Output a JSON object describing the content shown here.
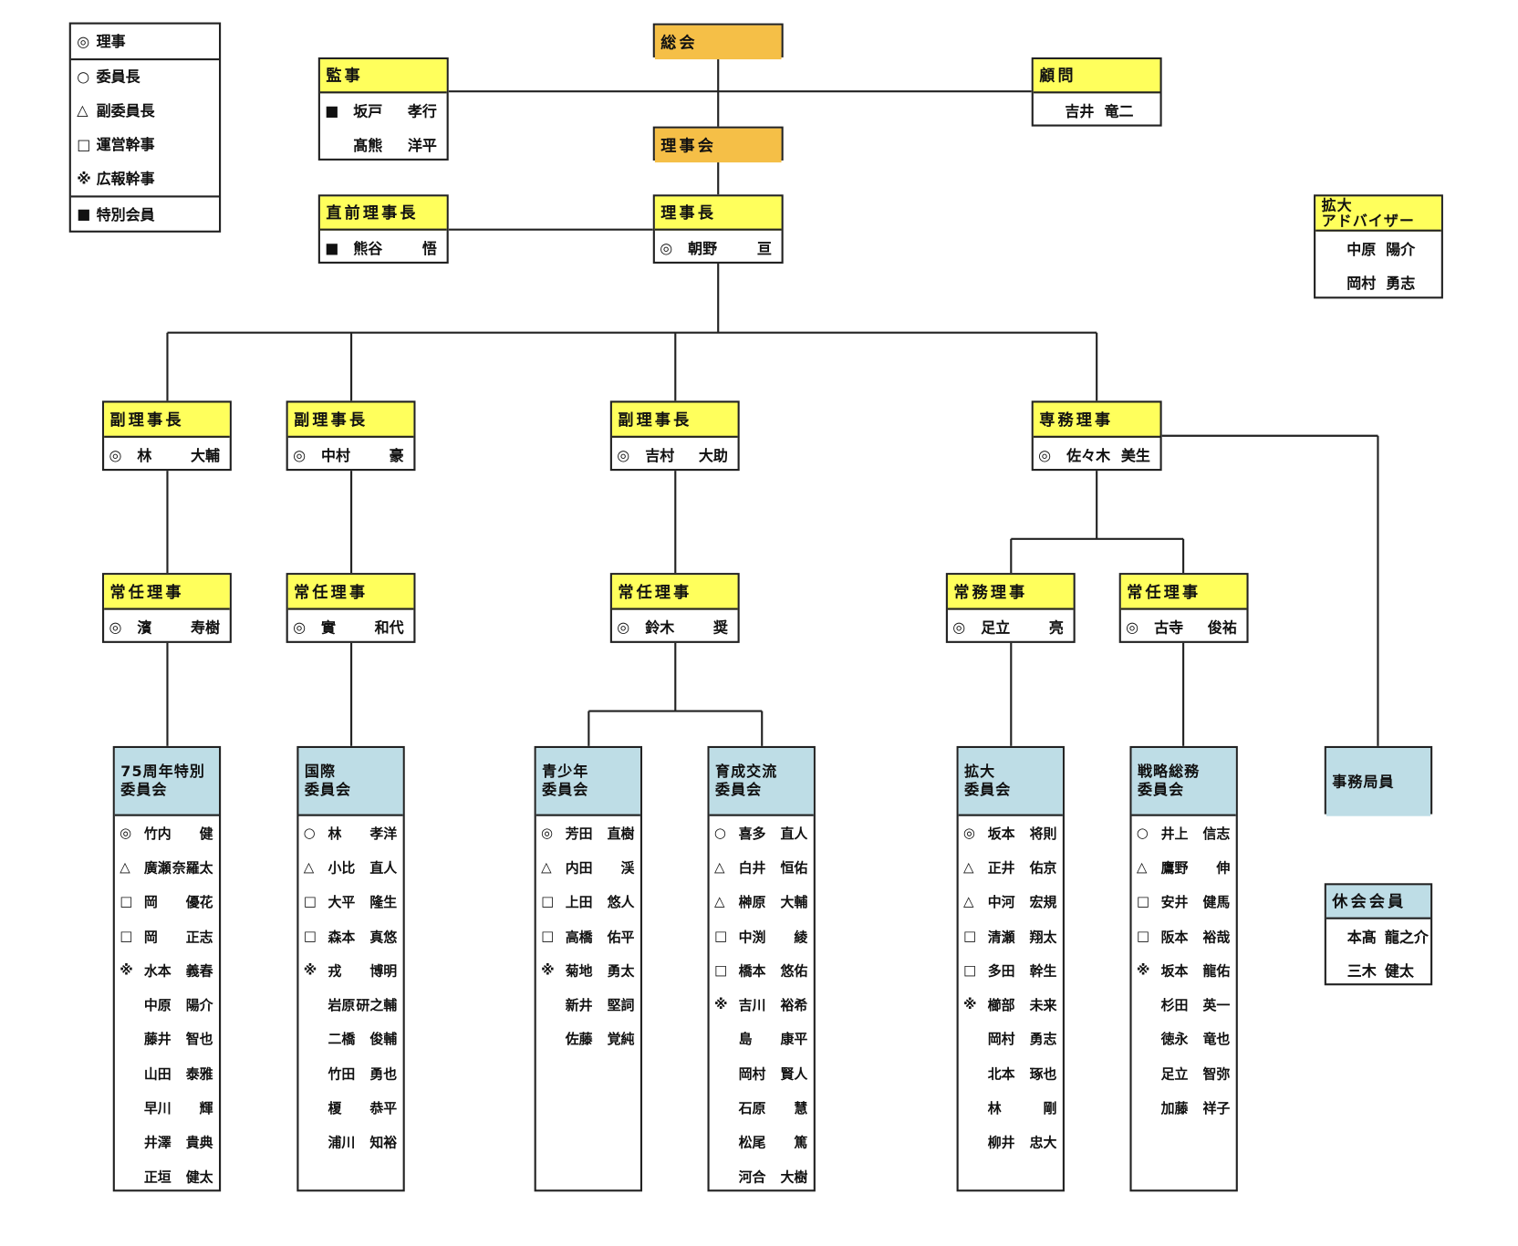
{
  "legend": [
    {
      "mark": "◎",
      "label": "理事"
    },
    {
      "mark": "○",
      "label": "委員長"
    },
    {
      "mark": "△",
      "label": "副委員長"
    },
    {
      "mark": "□",
      "label": "運営幹事"
    },
    {
      "mark": "※",
      "label": "広報幹事"
    },
    {
      "mark": "■",
      "label": "特別会員"
    }
  ],
  "colors": {
    "general_assembly": "#f5bf47",
    "officer": "#ffff5c",
    "committee": "#bedde6",
    "line": "#222222"
  },
  "boxes": [
    {
      "id": "sokai",
      "color": "orange",
      "title": [
        "総会"
      ],
      "members": []
    },
    {
      "id": "kanji",
      "color": "yellow",
      "title": [
        "監事"
      ],
      "members": [
        [
          "■",
          "坂戸",
          "孝行"
        ],
        [
          "",
          "髙熊",
          "洋平"
        ]
      ]
    },
    {
      "id": "komon",
      "color": "yellow",
      "title": [
        "顧問"
      ],
      "center": true,
      "members": [
        [
          "",
          "吉井",
          "竜二"
        ]
      ]
    },
    {
      "id": "rijikai",
      "color": "orange",
      "title": [
        "理事会"
      ],
      "members": []
    },
    {
      "id": "zenrijicho",
      "color": "yellow",
      "title": [
        "直前理事長"
      ],
      "members": [
        [
          "■",
          "熊谷",
          "悟"
        ]
      ]
    },
    {
      "id": "rijicho",
      "color": "yellow",
      "title": [
        "理事長"
      ],
      "members": [
        [
          "◎",
          "朝野",
          "亘"
        ]
      ]
    },
    {
      "id": "advisor",
      "color": "yellow",
      "title": [
        "拡大",
        "アドバイザー"
      ],
      "center": true,
      "members": [
        [
          "",
          "中原",
          "陽介"
        ],
        [
          "",
          "岡村",
          "勇志"
        ]
      ]
    },
    {
      "id": "fuku1",
      "color": "yellow",
      "title": [
        "副理事長"
      ],
      "members": [
        [
          "◎",
          "林",
          "大輔"
        ]
      ]
    },
    {
      "id": "fuku2",
      "color": "yellow",
      "title": [
        "副理事長"
      ],
      "members": [
        [
          "◎",
          "中村",
          "豪"
        ]
      ]
    },
    {
      "id": "fuku3",
      "color": "yellow",
      "title": [
        "副理事長"
      ],
      "members": [
        [
          "◎",
          "吉村",
          "大助"
        ]
      ]
    },
    {
      "id": "senmu",
      "color": "yellow",
      "title": [
        "専務理事"
      ],
      "members": [
        [
          "◎",
          "佐々木",
          "美生"
        ]
      ]
    },
    {
      "id": "jonin1",
      "color": "yellow",
      "title": [
        "常任理事"
      ],
      "members": [
        [
          "◎",
          "濱",
          "寿樹"
        ]
      ]
    },
    {
      "id": "jonin2",
      "color": "yellow",
      "title": [
        "常任理事"
      ],
      "members": [
        [
          "◎",
          "實",
          "和代"
        ]
      ]
    },
    {
      "id": "jonin3",
      "color": "yellow",
      "title": [
        "常任理事"
      ],
      "members": [
        [
          "◎",
          "鈴木",
          "奨"
        ]
      ]
    },
    {
      "id": "jomu",
      "color": "yellow",
      "title": [
        "常務理事"
      ],
      "members": [
        [
          "◎",
          "足立",
          "亮"
        ]
      ]
    },
    {
      "id": "jonin4",
      "color": "yellow",
      "title": [
        "常任理事"
      ],
      "members": [
        [
          "◎",
          "古寺",
          "俊祐"
        ]
      ]
    },
    {
      "id": "c75",
      "color": "blue",
      "committee": true,
      "title": [
        "75周年特別",
        "委員会"
      ],
      "members": [
        [
          "◎",
          "竹内",
          "健"
        ],
        [
          "△",
          "廣瀬",
          "奈羅太"
        ],
        [
          "□",
          "岡",
          "優花"
        ],
        [
          "□",
          "岡",
          "正志"
        ],
        [
          "※",
          "水本",
          "義春"
        ],
        [
          "",
          "中原",
          "陽介"
        ],
        [
          "",
          "藤井",
          "智也"
        ],
        [
          "",
          "山田",
          "泰雅"
        ],
        [
          "",
          "早川",
          "輝"
        ],
        [
          "",
          "井澤",
          "貴典"
        ],
        [
          "",
          "正垣",
          "健太"
        ]
      ]
    },
    {
      "id": "kokusai",
      "color": "blue",
      "committee": true,
      "title": [
        "国際",
        "委員会"
      ],
      "members": [
        [
          "○",
          "林",
          "孝洋"
        ],
        [
          "△",
          "小比",
          "直人"
        ],
        [
          "□",
          "大平",
          "隆生"
        ],
        [
          "□",
          "森本",
          "真悠"
        ],
        [
          "※",
          "戎",
          "博明"
        ],
        [
          "",
          "岩原",
          "研之輔"
        ],
        [
          "",
          "二橋",
          "俊輔"
        ],
        [
          "",
          "竹田",
          "勇也"
        ],
        [
          "",
          "榎",
          "恭平"
        ],
        [
          "",
          "浦川",
          "知裕"
        ]
      ]
    },
    {
      "id": "seishonen",
      "color": "blue",
      "committee": true,
      "title": [
        "青少年",
        "委員会"
      ],
      "members": [
        [
          "◎",
          "芳田",
          "直樹"
        ],
        [
          "△",
          "内田",
          "渓"
        ],
        [
          "□",
          "上田",
          "悠人"
        ],
        [
          "□",
          "高橋",
          "佑平"
        ],
        [
          "※",
          "菊地",
          "勇太"
        ],
        [
          "",
          "新井",
          "堅詞"
        ],
        [
          "",
          "佐藤",
          "覚純"
        ]
      ]
    },
    {
      "id": "ikusei",
      "color": "blue",
      "committee": true,
      "title": [
        "育成交流",
        "委員会"
      ],
      "members": [
        [
          "○",
          "喜多",
          "直人"
        ],
        [
          "△",
          "白井",
          "恒佑"
        ],
        [
          "△",
          "榊原",
          "大輔"
        ],
        [
          "□",
          "中渕",
          "綾"
        ],
        [
          "□",
          "橋本",
          "悠佑"
        ],
        [
          "※",
          "吉川",
          "裕希"
        ],
        [
          "",
          "島",
          "康平"
        ],
        [
          "",
          "岡村",
          "賢人"
        ],
        [
          "",
          "石原",
          "慧"
        ],
        [
          "",
          "松尾",
          "篤"
        ],
        [
          "",
          "河合",
          "大樹"
        ]
      ]
    },
    {
      "id": "kakudai",
      "color": "blue",
      "committee": true,
      "title": [
        "拡大",
        "委員会"
      ],
      "members": [
        [
          "◎",
          "坂本",
          "将則"
        ],
        [
          "△",
          "正井",
          "佑京"
        ],
        [
          "△",
          "中河",
          "宏規"
        ],
        [
          "□",
          "清瀬",
          "翔太"
        ],
        [
          "□",
          "多田",
          "幹生"
        ],
        [
          "※",
          "櫛部",
          "未来"
        ],
        [
          "",
          "岡村",
          "勇志"
        ],
        [
          "",
          "北本",
          "琢也"
        ],
        [
          "",
          "林",
          "剛"
        ],
        [
          "",
          "柳井",
          "忠大"
        ]
      ]
    },
    {
      "id": "senryaku",
      "color": "blue",
      "committee": true,
      "title": [
        "戦略総務",
        "委員会"
      ],
      "members": [
        [
          "○",
          "井上",
          "信志"
        ],
        [
          "△",
          "鷹野",
          "伸"
        ],
        [
          "□",
          "安井",
          "健馬"
        ],
        [
          "□",
          "阪本",
          "裕哉"
        ],
        [
          "※",
          "坂本",
          "龍佑"
        ],
        [
          "",
          "杉田",
          "英一"
        ],
        [
          "",
          "徳永",
          "竜也"
        ],
        [
          "",
          "足立",
          "智弥"
        ],
        [
          "",
          "加藤",
          "祥子"
        ]
      ]
    },
    {
      "id": "jimukyoku",
      "color": "blue",
      "committee": true,
      "title": [
        "事務局員"
      ],
      "members": []
    },
    {
      "id": "kyukai",
      "color": "blue",
      "title": [
        "休会会員"
      ],
      "center": true,
      "members": [
        [
          "",
          "本髙",
          "龍之介"
        ],
        [
          "",
          "三木",
          "健太"
        ]
      ]
    }
  ]
}
